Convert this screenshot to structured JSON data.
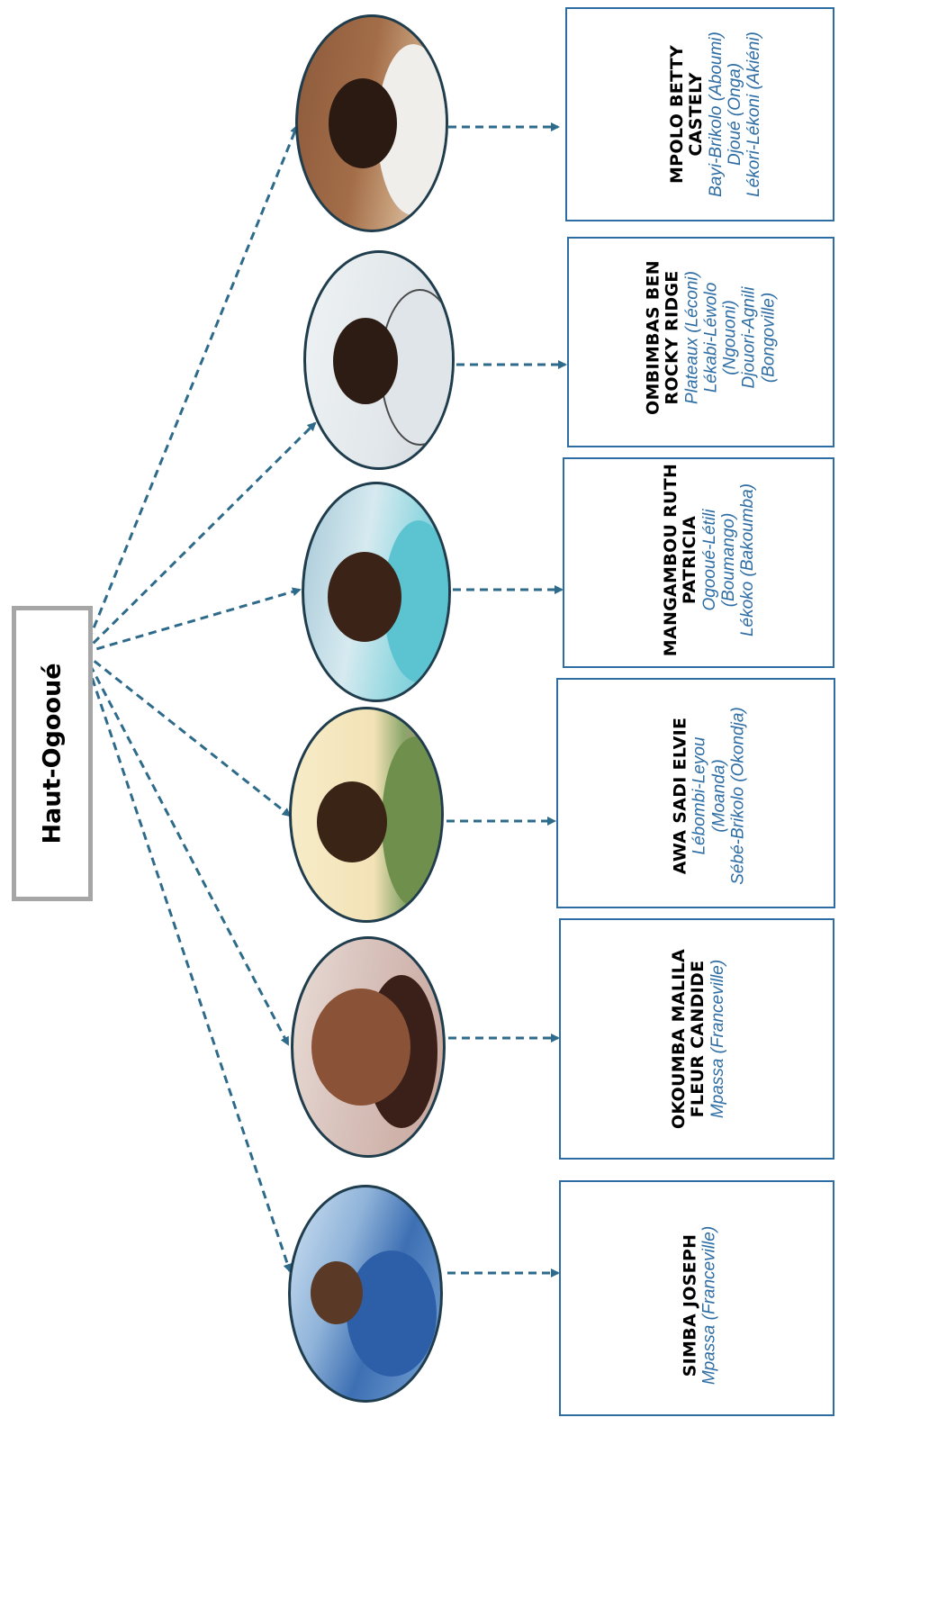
{
  "root": {
    "label": "Haut-Ogooué"
  },
  "colors": {
    "connector": "#2e6a8a",
    "box_border": "#2e6da4",
    "location_text": "#2e6da4",
    "root_border": "#a6a6a6"
  },
  "members": [
    {
      "name_lines": [
        "SIMBA JOSEPH"
      ],
      "location_lines": [
        "Mpassa (Franceville)"
      ],
      "photo": "man-in-blue-jacket-photo"
    },
    {
      "name_lines": [
        "OKOUMBA MALILA",
        "FLEUR CANDIDE"
      ],
      "location_lines": [
        "Mpassa (Franceville)"
      ],
      "photo": "smiling-woman-photo"
    },
    {
      "name_lines": [
        "AWA SADI ELVIE"
      ],
      "location_lines": [
        "Lébombi-Leyou",
        "(Moanda)",
        "Sébé-Brikolo (Okondja)"
      ],
      "photo": "woman-in-floral-dress-photo"
    },
    {
      "name_lines": [
        "MANGAMBOU RUTH",
        "PATRICIA"
      ],
      "location_lines": [
        "Ogooué-Létili",
        "(Boumango)",
        "Lékoko (Bakoumba)"
      ],
      "photo": "woman-in-teal-top-photo"
    },
    {
      "name_lines": [
        "OMBIMBAS BEN",
        "ROCKY RIDGE"
      ],
      "location_lines": [
        "Plateaux (Léconi)",
        "Lékabi-Léwolo",
        "(Ngouoni)",
        "Djouori-Agnili",
        "(Bongoville)"
      ],
      "photo": "man-in-patterned-shirt-photo"
    },
    {
      "name_lines": [
        "MPOLO BETTY",
        "CASTELY"
      ],
      "location_lines": [
        "Bayi-Brikolo (Aboumi)",
        "Djoué (Onga)",
        "Lékori-Lékoni (Akiéni)"
      ],
      "photo": "woman-with-glasses-photo"
    }
  ]
}
